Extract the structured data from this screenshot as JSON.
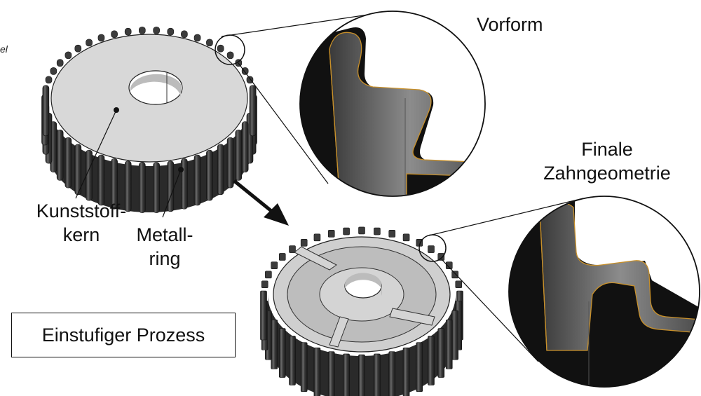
{
  "labels": {
    "vorform": "Vorform",
    "finale_line1": "Finale",
    "finale_line2": "Zahngeometrie",
    "kunststoff_line1": "Kunststoff-",
    "kunststoff_line2": "kern",
    "metall_line1": "Metall-",
    "metall_line2": "ring",
    "process": "Einstufiger Prozess",
    "edge_fragment": "el"
  },
  "colors": {
    "tooth_dark": "#2e2e2e",
    "tooth_mid": "#5a5a5a",
    "face_light": "#d9d9d9",
    "profile_edge": "#c8902a"
  }
}
